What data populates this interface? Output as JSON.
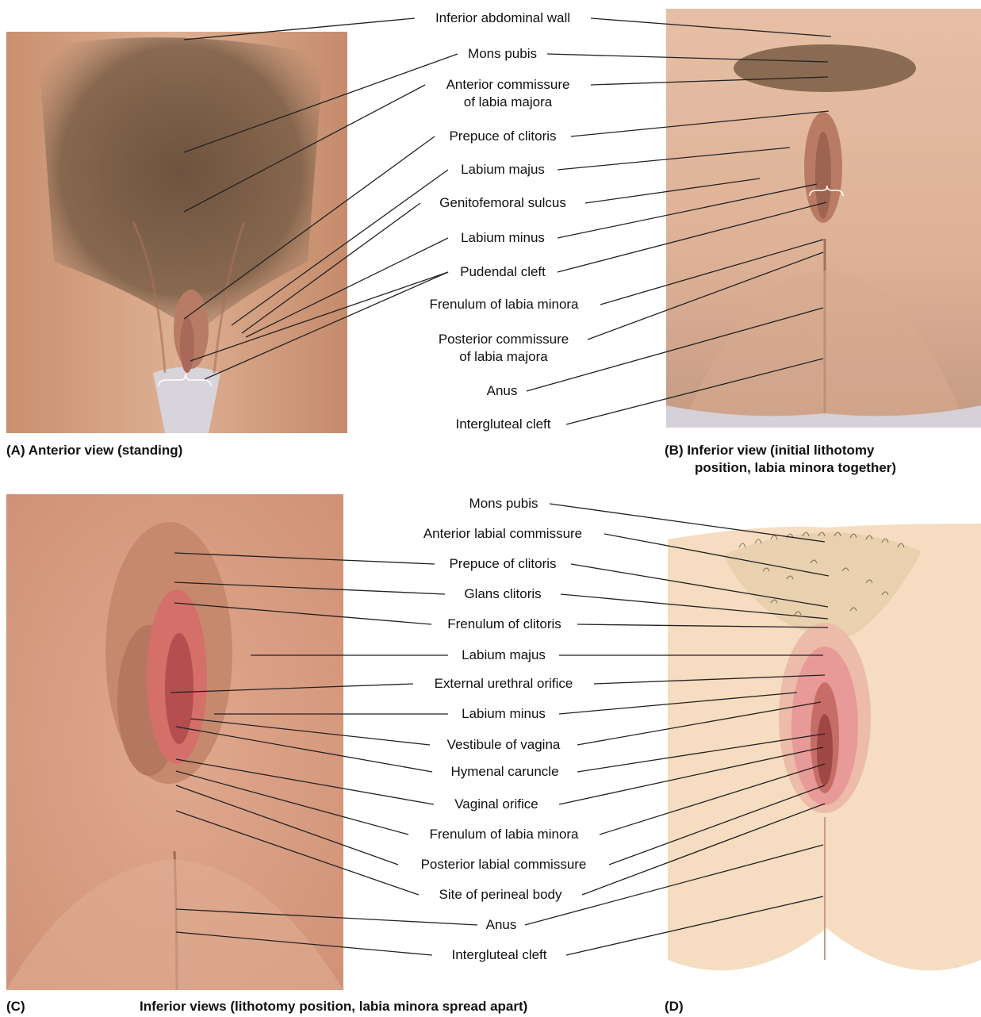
{
  "panels": {
    "A": {
      "caption": "(A) Anterior view (standing)",
      "labels": {
        "inferior_abdominal_wall": "Inferior abdominal wall",
        "mons_pubis": "Mons pubis",
        "anterior_commissure_line1": "Anterior commissure",
        "anterior_commissure_line2": "of labia majora",
        "prepuce_of_clitoris": "Prepuce of clitoris",
        "labium_majus": "Labium majus",
        "genitofemoral_sulcus": "Genitofemoral sulcus",
        "labium_minus": "Labium minus",
        "pudendal_cleft": "Pudendal cleft"
      }
    },
    "B": {
      "caption_line1": "(B) Inferior view (initial lithotomy",
      "caption_line2": "position, labia minora together)",
      "labels": {
        "frenulum_of_labia_minora": "Frenulum of labia minora",
        "posterior_commissure_line1": "Posterior commissure",
        "posterior_commissure_line2": "of labia majora",
        "anus": "Anus",
        "intergluteal_cleft": "Intergluteal cleft"
      }
    },
    "CD": {
      "caption_c": "(C)",
      "caption_center": "Inferior views (lithotomy position, labia minora spread apart)",
      "caption_d": "(D)",
      "labels": {
        "mons_pubis": "Mons pubis",
        "anterior_labial_commissure": "Anterior labial commissure",
        "prepuce_of_clitoris": "Prepuce of clitoris",
        "glans_clitoris": "Glans clitoris",
        "frenulum_of_clitoris": "Frenulum of clitoris",
        "labium_majus": "Labium majus",
        "external_urethral_orifice": "External urethral orifice",
        "labium_minus": "Labium minus",
        "vestibule_of_vagina": "Vestibule of vagina",
        "hymenal_caruncle": "Hymenal caruncle",
        "vaginal_orifice": "Vaginal orifice",
        "frenulum_of_labia_minora": "Frenulum of labia minora",
        "posterior_labial_commissure": "Posterior labial commissure",
        "site_of_perineal_body": "Site of perineal body",
        "anus": "Anus",
        "intergluteal_cleft": "Intergluteal cleft"
      }
    }
  },
  "colors": {
    "skin_photo": "#dba88b",
    "skin_photo_dark": "#b47b60",
    "hair": "#6b5038",
    "illustration_skin": "#f6dcc0",
    "mucosa": "#e79a97",
    "leader": "#222222",
    "gap": "#d8d4dc"
  }
}
